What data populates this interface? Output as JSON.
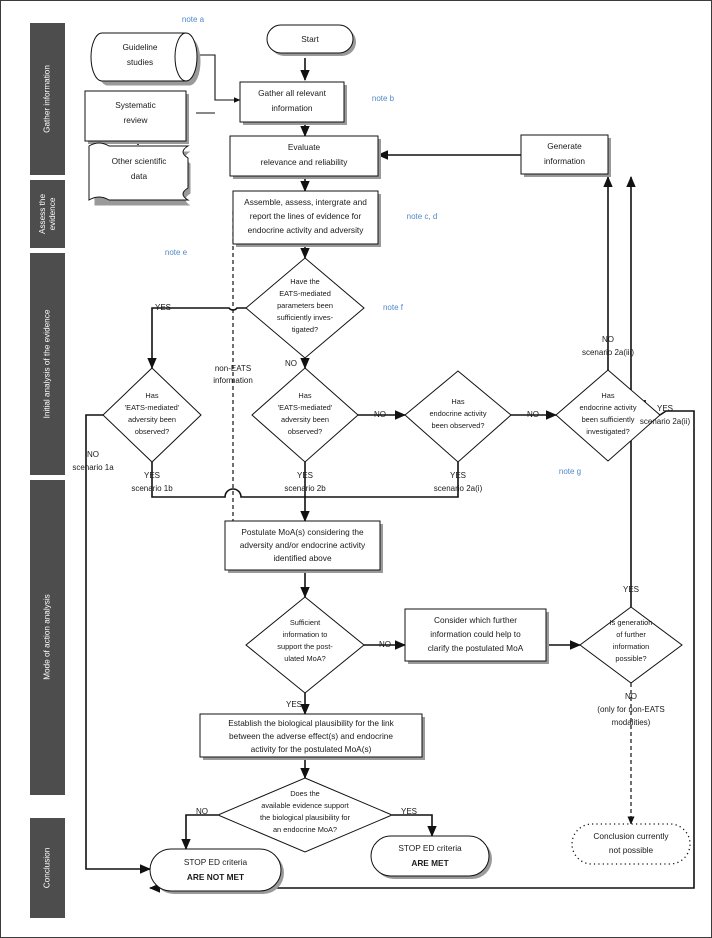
{
  "figure": {
    "title": "Endocrine disruptor (ED) criteria assessment decision flowchart",
    "note_color": "#4f89c8",
    "band_color": "#4d4d4d"
  },
  "bands": [
    {
      "label": "Gather information"
    },
    {
      "label": "Assess the evidence"
    },
    {
      "label": "Initial analysis of the evidence"
    },
    {
      "label": "Mode of action analysis"
    },
    {
      "label": "Conclusion"
    }
  ],
  "notes": [
    {
      "id": "note-a",
      "label": "note a"
    },
    {
      "id": "note-b",
      "label": "note b"
    },
    {
      "id": "note-cd",
      "label": "note c, d"
    },
    {
      "id": "note-e",
      "label": "note e"
    },
    {
      "id": "note-f",
      "label": "note f"
    },
    {
      "id": "note-g",
      "label": "note g"
    }
  ],
  "nodes": {
    "start": {
      "shape": "terminator",
      "lines": [
        "Start"
      ]
    },
    "guideline_studies": {
      "shape": "cylinder",
      "lines": [
        "Guideline",
        "studies"
      ]
    },
    "systematic_review": {
      "shape": "rect",
      "lines": [
        "Systematic",
        "review"
      ]
    },
    "other_scientific_data": {
      "shape": "document",
      "lines": [
        "Other scientific",
        "data"
      ]
    },
    "gather_all": {
      "shape": "rect",
      "lines": [
        "Gather all relevant",
        "information"
      ]
    },
    "evaluate": {
      "shape": "rect",
      "lines": [
        "Evaluate",
        "relevance and reliability"
      ]
    },
    "assemble": {
      "shape": "rect",
      "lines": [
        "Assemble, assess, intergrate and",
        "report the lines of evidence for",
        "endocrine activity and adversity"
      ]
    },
    "generate_information": {
      "shape": "rect",
      "lines": [
        "Generate",
        "information"
      ]
    },
    "eats_sufficiently_investigated": {
      "shape": "diamond",
      "lines": [
        "Have the",
        "EATS-mediated",
        "parameters been",
        "sufficiently  inves-",
        "tigated?"
      ]
    },
    "eats_adversity_left": {
      "shape": "diamond",
      "lines": [
        "Has",
        "'EATS-mediated'",
        "adversity been",
        "observed?"
      ]
    },
    "eats_adversity_mid": {
      "shape": "diamond",
      "lines": [
        "Has",
        "'EATS-mediated'",
        "adversity been",
        "observed?"
      ]
    },
    "endocrine_activity_observed": {
      "shape": "diamond",
      "lines": [
        "Has",
        "endocrine activity",
        "been observed?"
      ]
    },
    "endocrine_activity_investigated": {
      "shape": "diamond",
      "lines": [
        "Has",
        "endocrine activity",
        "been sufficiently",
        "investigated?"
      ]
    },
    "postulate_moa": {
      "shape": "rect",
      "lines": [
        "Postulate MoA(s) considering the",
        "adversity and/or endocrine activity",
        "identified above"
      ]
    },
    "sufficient_information": {
      "shape": "diamond",
      "lines": [
        "Sufficient",
        "information to",
        "support the post-",
        "ulated MoA?"
      ]
    },
    "consider_further": {
      "shape": "rect",
      "lines": [
        "Consider which further",
        "information could help to",
        "clarify the postulated MoA"
      ]
    },
    "is_generation_possible": {
      "shape": "diamond",
      "lines": [
        "Is generation",
        "of further",
        "information",
        "possible?"
      ]
    },
    "establish_plausibility": {
      "shape": "rect",
      "lines": [
        "Establish the biological plausibility for the link",
        "between the adverse effect(s) and endocrine",
        "activity for the postulated MoA(s)"
      ]
    },
    "does_evidence_support": {
      "shape": "diamond",
      "lines": [
        "Does the",
        "available evidence support",
        "the biological plausibility for",
        "an endocrine MoA?"
      ]
    },
    "stop_are_met": {
      "shape": "terminator",
      "lines": [
        "STOP ED criteria",
        "ARE MET"
      ],
      "bold_lines": [
        1
      ]
    },
    "stop_are_not_met": {
      "shape": "terminator",
      "lines": [
        "STOP ED criteria",
        "ARE NOT MET"
      ],
      "bold_lines": [
        1
      ]
    },
    "conclusion_not_possible": {
      "shape": "terminator-dotted",
      "lines": [
        "Conclusion currently",
        "not possible"
      ]
    }
  },
  "edge_labels": {
    "yes_left_eats": "YES",
    "no_eats_down": "NO",
    "non_eats_information": "non-EATS\ninformation",
    "no_scenario_1a_l1": "NO",
    "no_scenario_1a_l2": "scenario 1a",
    "yes_scenario_1b_l1": "YES",
    "yes_scenario_1b_l2": "scenario 1b",
    "yes_scenario_2b_l1": "YES",
    "yes_scenario_2b_l2": "scenario 2b",
    "no_mid_adversity": "NO",
    "yes_scenario_2ai_l1": "YES",
    "yes_scenario_2ai_l2": "scenario 2a(i)",
    "no_activity_observed": "NO",
    "no_scenario_2aiii_l1": "NO",
    "no_scenario_2aiii_l2": "scenario 2a(iii)",
    "yes_scenario_2aii_l1": "YES",
    "yes_scenario_2aii_l2": "scenario 2a(ii)",
    "no_sufficient_info": "NO",
    "yes_sufficient_info": "YES",
    "yes_generation": "YES",
    "no_generation_l1": "NO",
    "no_generation_l2": "(only for non-EATS",
    "no_generation_l3": "modalities)",
    "no_evidence_support": "NO",
    "yes_evidence_support": "YES"
  }
}
